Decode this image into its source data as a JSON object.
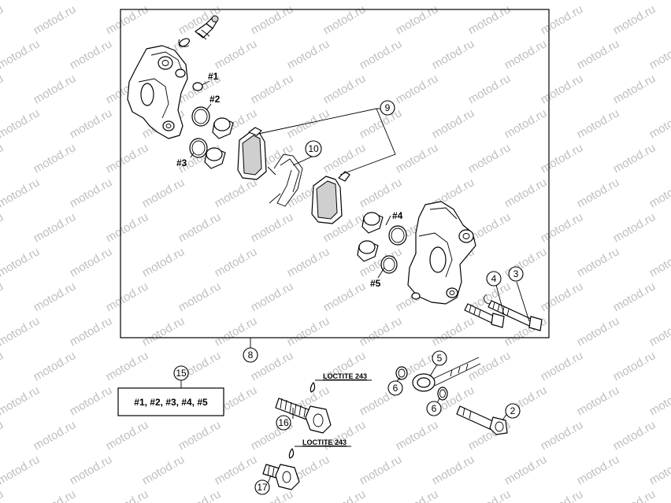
{
  "watermark": {
    "text": "motod.ru"
  },
  "callouts": {
    "c2": "2",
    "c3": "3",
    "c4": "4",
    "c5": "5",
    "c6a": "6",
    "c6b": "6",
    "c8": "8",
    "c9": "9",
    "c10": "10",
    "c15": "15",
    "c16": "16",
    "c17": "17"
  },
  "tags": {
    "t1": "#1",
    "t2": "#2",
    "t3": "#3",
    "t4": "#4",
    "t5": "#5"
  },
  "kit_box": {
    "text": "#1, #2, #3, #4, #5"
  },
  "loctite": {
    "upper": "LOCTITE 243",
    "lower": "LOCTITE 243"
  }
}
